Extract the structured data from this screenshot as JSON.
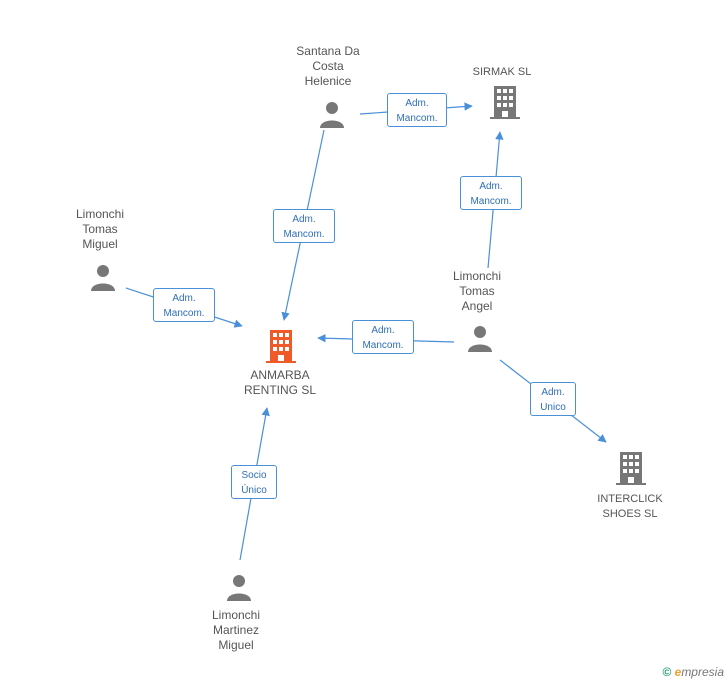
{
  "colors": {
    "edge": "#4a90d9",
    "person": "#777777",
    "company": "#777777",
    "focus": "#f05a28"
  },
  "nodes": {
    "santana": {
      "label": "Santana Da\nCosta\nHelenice",
      "type": "person"
    },
    "sirmak": {
      "label": "SIRMAK  SL",
      "type": "company"
    },
    "limonchi_tm": {
      "label": "Limonchi\nTomas\nMiguel",
      "type": "person"
    },
    "limonchi_ta": {
      "label": "Limonchi\nTomas\nAngel",
      "type": "person"
    },
    "anmarba": {
      "label": "ANMARBA\nRENTING SL",
      "type": "company-focus"
    },
    "interclick": {
      "label": "INTERCLICK\nSHOES SL",
      "type": "company"
    },
    "limonchi_mm": {
      "label": "Limonchi\nMartinez\nMiguel",
      "type": "person"
    }
  },
  "edges": {
    "santana_sirmak": "Adm.\nMancom.",
    "santana_anmarba": "Adm.\nMancom.",
    "angel_sirmak": "Adm.\nMancom.",
    "miguel_anmarba": "Adm.\nMancom.",
    "angel_anmarba": "Adm.\nMancom.",
    "angel_interclick": "Adm.\nUnico",
    "martinez_anmarba": "Socio\nÚnico"
  },
  "brand": {
    "symbol": "©",
    "first": "e",
    "rest": "mpresia"
  }
}
